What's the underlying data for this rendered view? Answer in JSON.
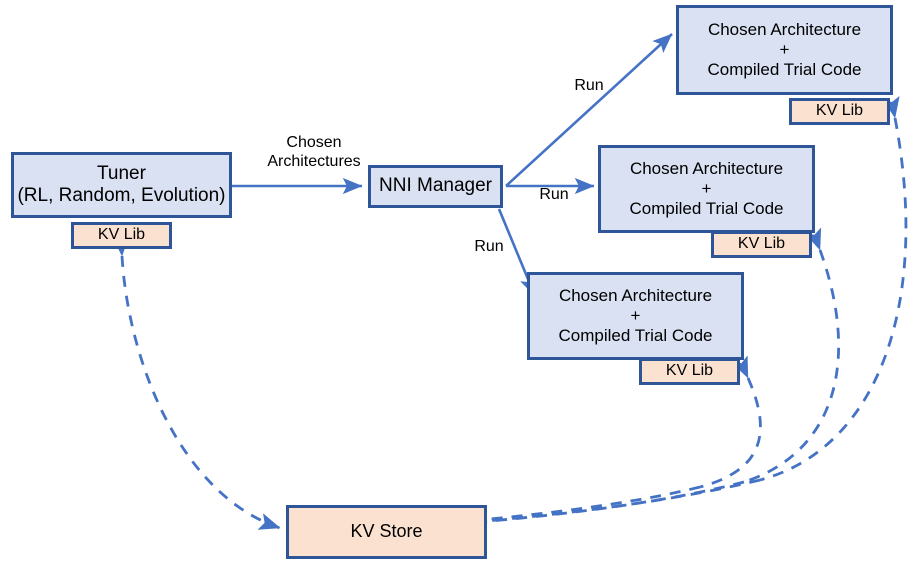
{
  "diagram": {
    "title": "NNI Tuner / Trial / KV Store architecture",
    "colors": {
      "box_blue_fill": "#D9E1F2",
      "box_peach_fill": "#FBE2D0",
      "box_border": "#2E5597",
      "arrow_solid": "#4472C4",
      "arrow_dashed": "#4472C4",
      "background": "#FFFFFF"
    },
    "nodes": {
      "tuner": "Tuner\n(RL, Random, Evolution)",
      "tuner_kv_lib": "KV Lib",
      "nni_manager": "NNI Manager",
      "trial_1": "Chosen Architecture\n+\nCompiled Trial Code",
      "trial_1_kv_lib": "KV Lib",
      "trial_2": "Chosen Architecture\n+\nCompiled Trial Code",
      "trial_2_kv_lib": "KV Lib",
      "trial_3": "Chosen Architecture\n+\nCompiled Trial Code",
      "trial_3_kv_lib": "KV Lib",
      "kv_store": "KV Store"
    },
    "edge_labels": {
      "chosen_architectures": "Chosen\nArchitectures",
      "run_1": "Run",
      "run_2": "Run",
      "run_3": "Run"
    }
  }
}
